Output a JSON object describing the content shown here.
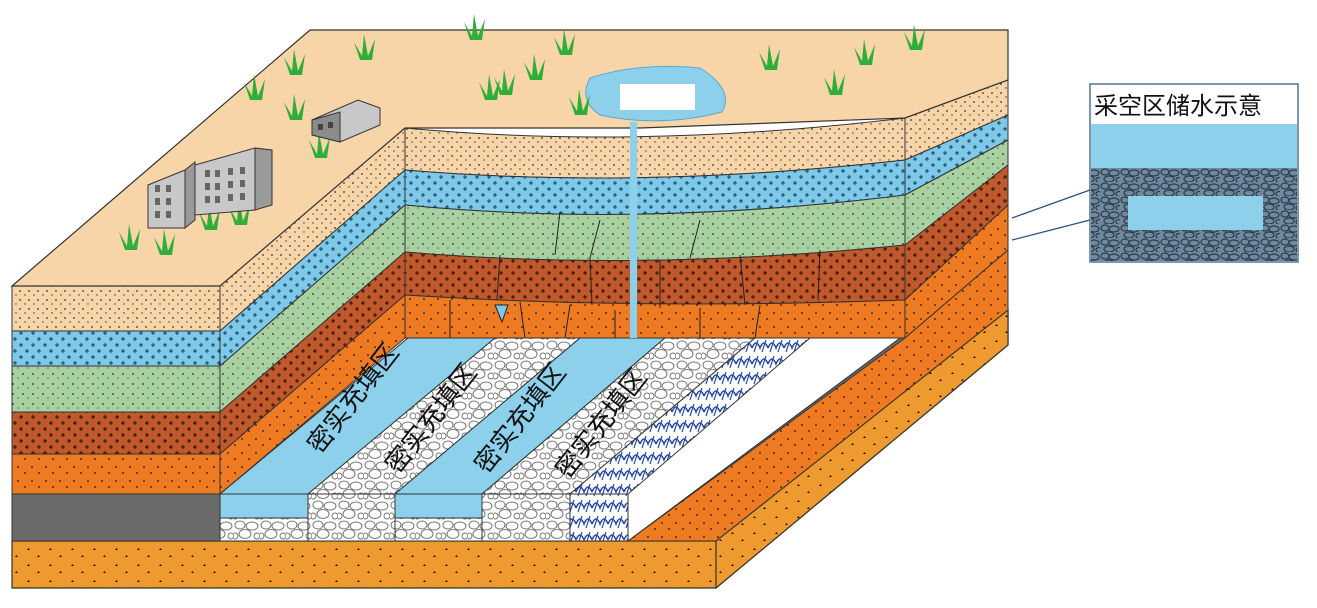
{
  "diagram": {
    "zones": [
      {
        "label": "密实充填区",
        "kind": "water"
      },
      {
        "label": "密实充填区",
        "kind": "rock"
      },
      {
        "label": "密实充填区",
        "kind": "water"
      },
      {
        "label": "密实充填区",
        "kind": "rock"
      }
    ],
    "legend": {
      "title": "采空区储水示意"
    },
    "layers": [
      {
        "name": "sand-soil",
        "color": "#F8D5A8"
      },
      {
        "name": "aquifer",
        "color": "#7CC9EA"
      },
      {
        "name": "green-stone",
        "color": "#A9D0A0"
      },
      {
        "name": "brown-rock",
        "color": "#C0592B"
      },
      {
        "name": "orange-rock",
        "color": "#EE7A22"
      },
      {
        "name": "coal-seam",
        "color": "#6B6B6B"
      },
      {
        "name": "floor",
        "color": "#EE9A2E"
      }
    ],
    "colors": {
      "surface": "#F8D5A8",
      "water": "#8DD0EC",
      "grass": "#2FAE3A",
      "building": "#C8C8C8"
    }
  }
}
